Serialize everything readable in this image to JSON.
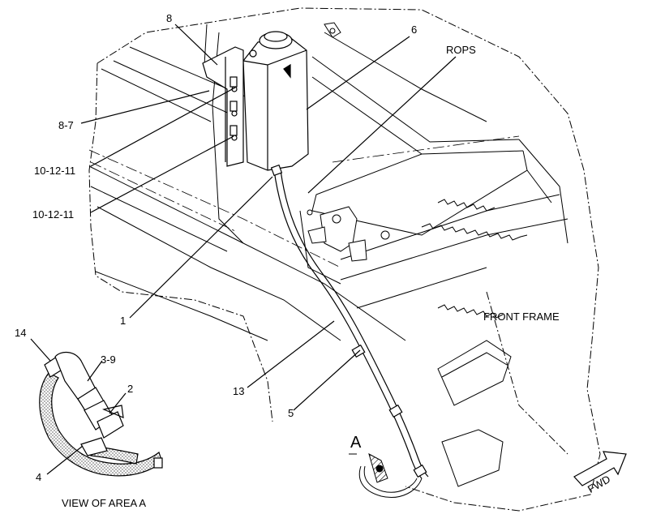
{
  "callouts": {
    "c8": "8",
    "c6": "6",
    "rops": "ROPS",
    "c87": "8-7",
    "c101211a": "10-12-11",
    "c101211b": "10-12-11",
    "c1": "1",
    "c14": "14",
    "c39": "3-9",
    "c2": "2",
    "c4": "4",
    "c13": "13",
    "c5": "5",
    "area_a": "A"
  },
  "captions": {
    "front_frame": "FRONT FRAME",
    "view_of_area_a": "VIEW OF AREA A",
    "fwd": "FWD"
  },
  "colors": {
    "line": "#000000",
    "hose_fill": "#d0d0d0",
    "background": "#ffffff"
  }
}
